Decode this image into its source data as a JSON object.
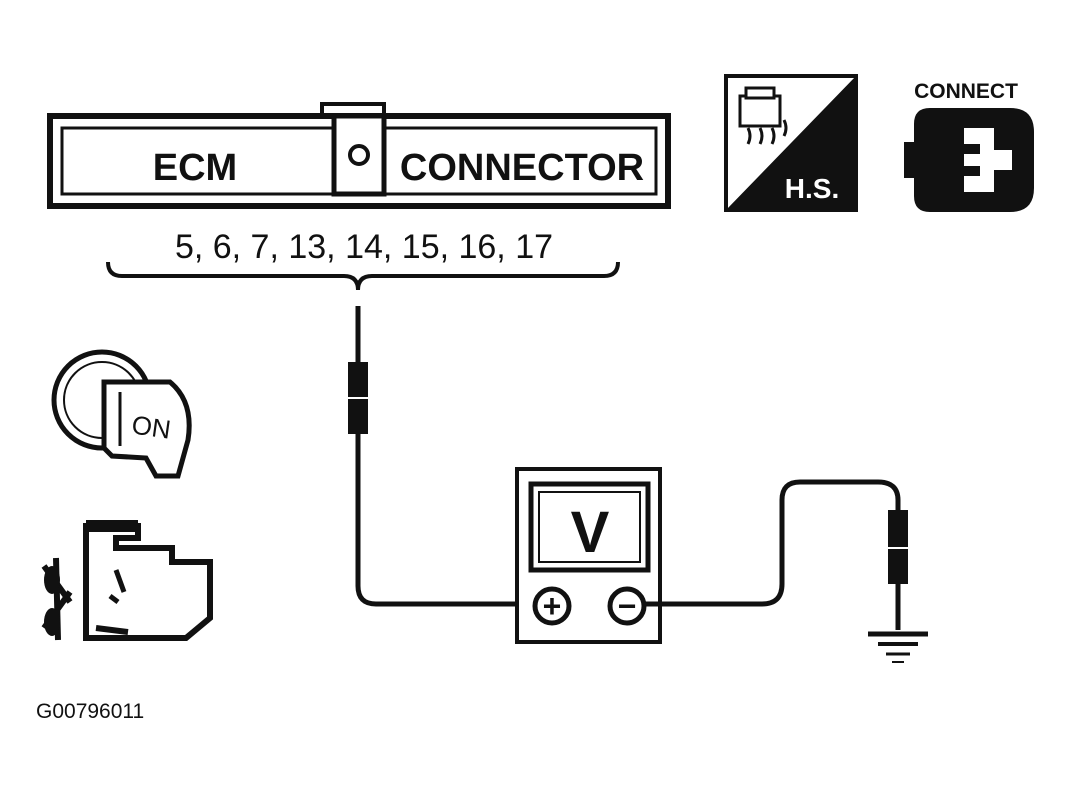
{
  "connector": {
    "left_label": "ECM",
    "right_label": "CONNECTOR",
    "pins": "5, 6, 7, 13, 14, 15, 16, 17"
  },
  "hs_icon": {
    "label": "H.S."
  },
  "connect_icon": {
    "label": "CONNECT"
  },
  "ignition_key": {
    "label": "ON"
  },
  "voltmeter": {
    "label": "V",
    "positive_symbol": "+",
    "negative_symbol": "−"
  },
  "figure_id": "G00796011",
  "colors": {
    "ink": "#111111",
    "paper": "#ffffff"
  },
  "icons": [
    "harness-side-icon",
    "connect-icon",
    "ignition-key-icon",
    "engine-icon",
    "ground-icon"
  ]
}
